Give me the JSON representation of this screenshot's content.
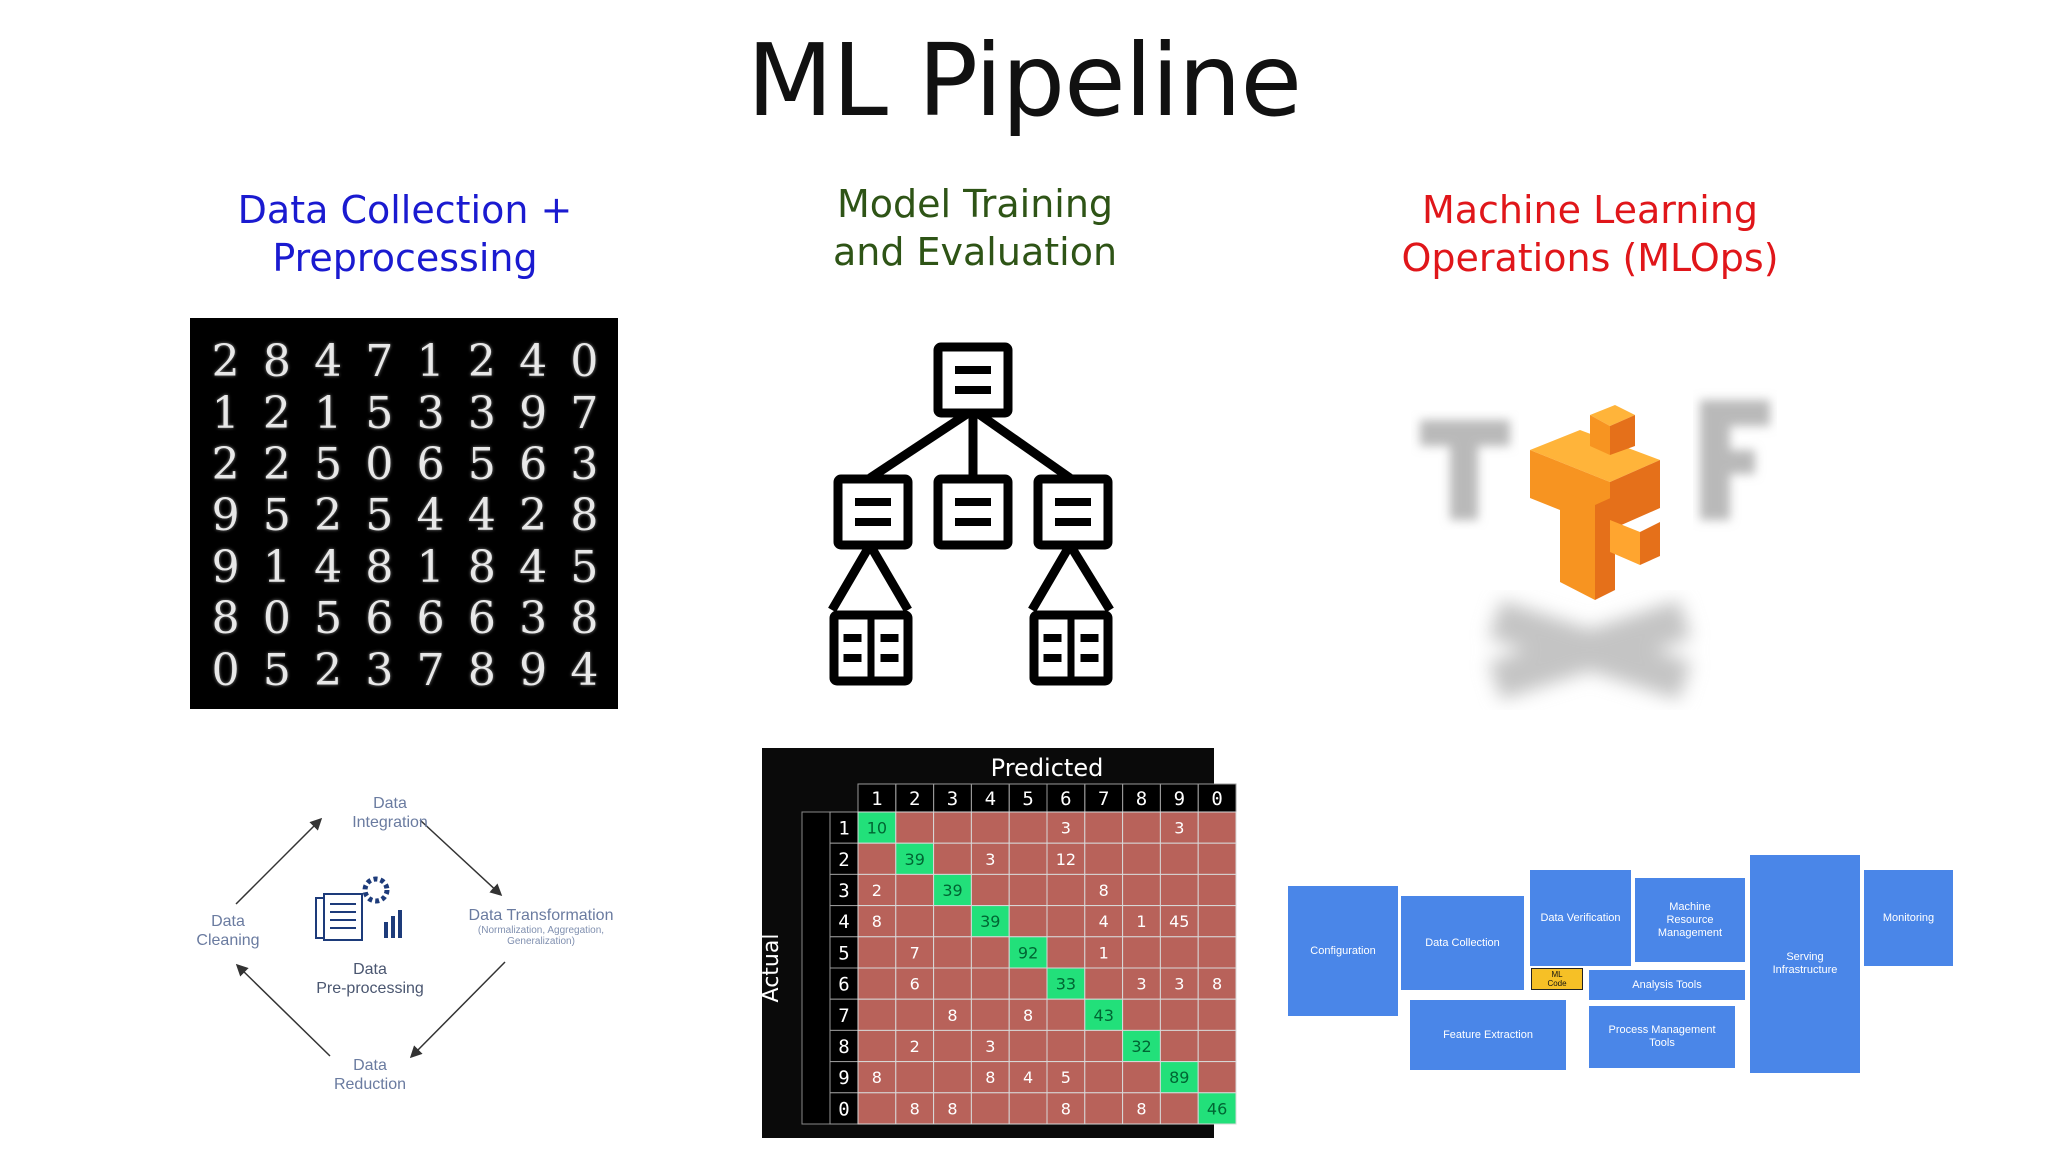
{
  "title": "ML Pipeline",
  "columns": {
    "data": {
      "line1": "Data Collection +",
      "line2": "Preprocessing",
      "color": "#1a1ad0"
    },
    "model": {
      "line1": "Model Training",
      "line2": "and Evaluation",
      "color": "#2e5416"
    },
    "mlops": {
      "line1": "Machine Learning",
      "line2": "Operations (MLOps)",
      "color": "#e0161a"
    }
  },
  "mnist_digits": [
    [
      "2",
      "8",
      "4",
      "7",
      "1",
      "2",
      "4",
      "0"
    ],
    [
      "1",
      "2",
      "1",
      "5",
      "3",
      "3",
      "9",
      "7"
    ],
    [
      "2",
      "2",
      "5",
      "0",
      "6",
      "5",
      "6",
      "3"
    ],
    [
      "9",
      "5",
      "2",
      "5",
      "4",
      "4",
      "2",
      "8"
    ],
    [
      "9",
      "1",
      "4",
      "8",
      "1",
      "8",
      "4",
      "5"
    ],
    [
      "8",
      "0",
      "5",
      "6",
      "6",
      "6",
      "3",
      "8"
    ],
    [
      "0",
      "5",
      "2",
      "3",
      "7",
      "8",
      "9",
      "4"
    ]
  ],
  "preprocessing": {
    "integration": {
      "l1": "Data",
      "l2": "Integration"
    },
    "transformation": {
      "l1": "Data Transformation",
      "sub1": "(Normalization, Aggregation,",
      "sub2": "Generalization)"
    },
    "reduction": {
      "l1": "Data",
      "l2": "Reduction"
    },
    "cleaning": {
      "l1": "Data",
      "l2": "Cleaning"
    },
    "center": {
      "l1": "Data",
      "l2": "Pre-processing"
    }
  },
  "confusion_matrix": {
    "title": "Predicted",
    "ylabel": "Actual",
    "col_labels": [
      "1",
      "2",
      "3",
      "4",
      "5",
      "6",
      "7",
      "8",
      "9",
      "0"
    ],
    "row_labels": [
      "1",
      "2",
      "3",
      "4",
      "5",
      "6",
      "7",
      "8",
      "9",
      "0"
    ],
    "cells": [
      [
        "10",
        "",
        "",
        "",
        "",
        "3",
        "",
        "",
        "3",
        ""
      ],
      [
        "",
        "39",
        "",
        "3",
        "",
        "12",
        "",
        "",
        "",
        ""
      ],
      [
        "2",
        "",
        "39",
        "",
        "",
        "",
        "8",
        "",
        "",
        ""
      ],
      [
        "8",
        "",
        "",
        "39",
        "",
        "",
        "4",
        "1",
        "45",
        ""
      ],
      [
        "",
        "7",
        "",
        "",
        "92",
        "",
        "1",
        "",
        "",
        ""
      ],
      [
        "",
        "6",
        "",
        "",
        "",
        "33",
        "",
        "3",
        "3",
        "8"
      ],
      [
        "",
        "",
        "8",
        "",
        "8",
        "",
        "43",
        "",
        "",
        ""
      ],
      [
        "",
        "2",
        "",
        "3",
        "",
        "",
        "",
        "32",
        "",
        ""
      ],
      [
        "8",
        "",
        "",
        "8",
        "4",
        "5",
        "",
        "",
        "89",
        ""
      ],
      [
        "",
        "8",
        "8",
        "",
        "",
        "8",
        "",
        "8",
        "",
        "46"
      ]
    ],
    "diag_color": "#22e07a",
    "cell_color": "#b8625a"
  },
  "mlops_boxes": {
    "configuration": "Configuration",
    "data_collection": "Data Collection",
    "data_verification": "Data Verification",
    "machine_resource": "Machine Resource Management",
    "serving": "Serving Infrastructure",
    "monitoring": "Monitoring",
    "ml_code": "ML Code",
    "analysis_tools": "Analysis Tools",
    "feature_extraction": "Feature Extraction",
    "process_management": "Process Management Tools"
  }
}
